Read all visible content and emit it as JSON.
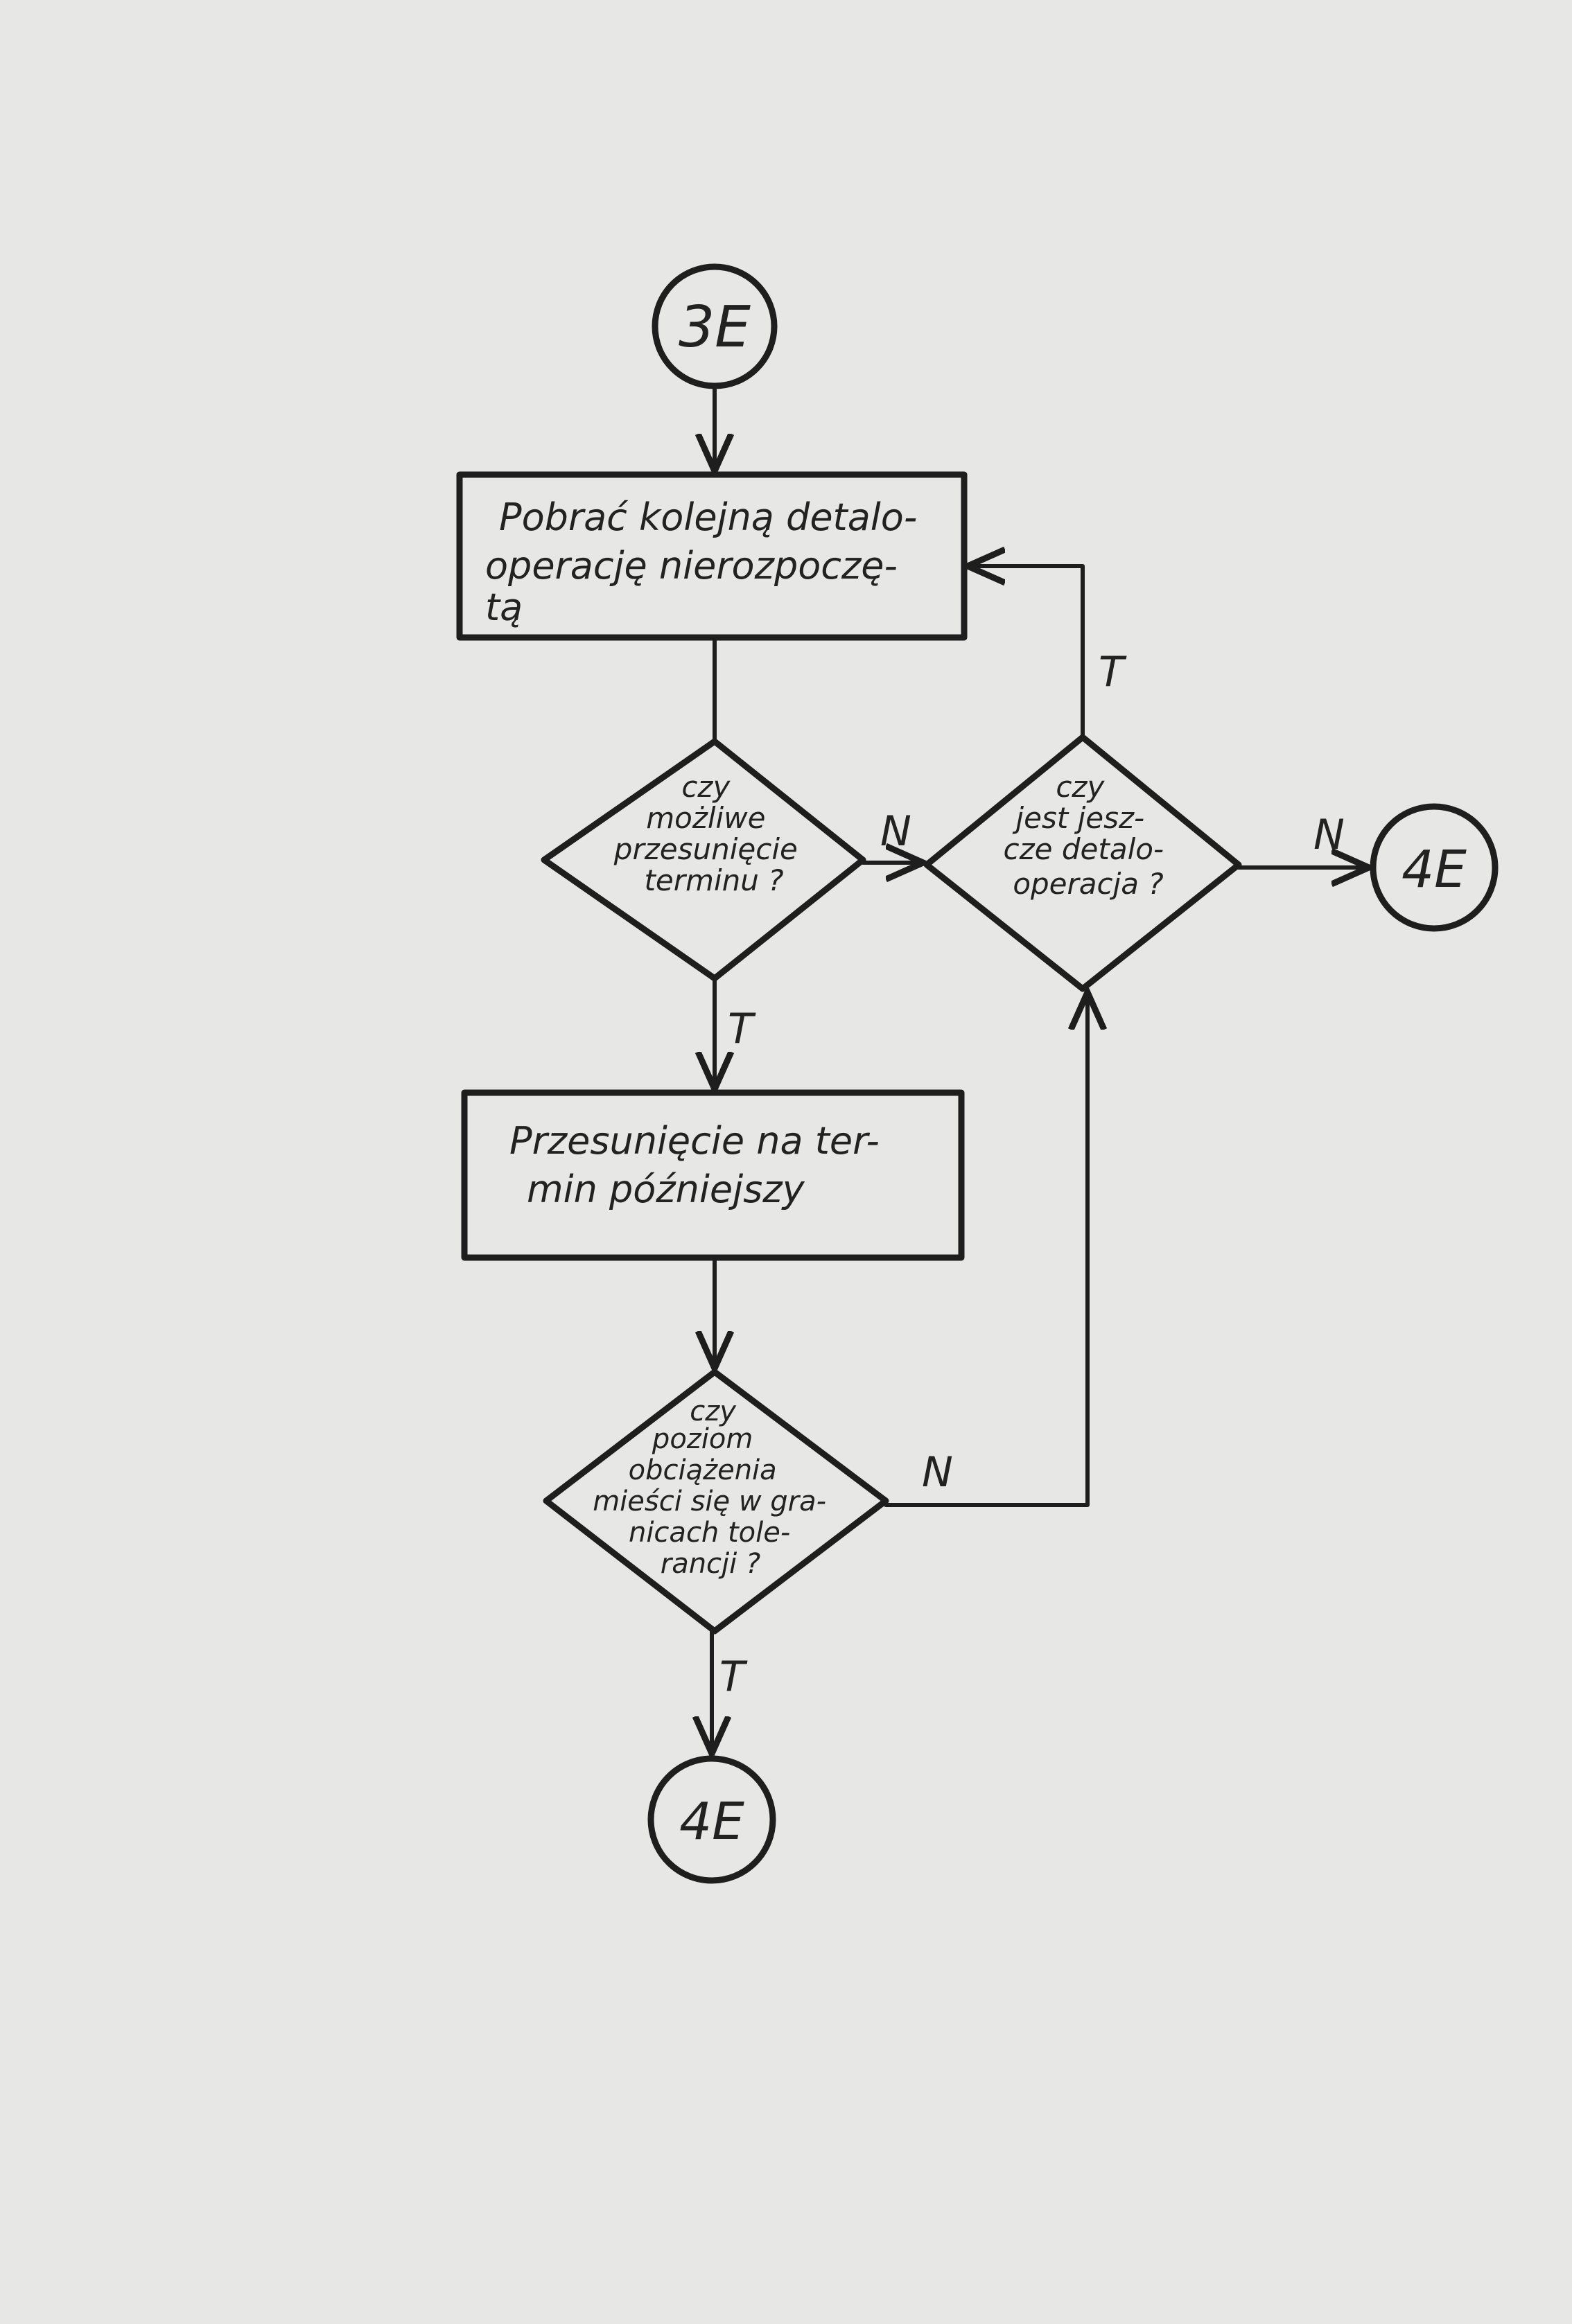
{
  "connectors": {
    "start": "3E",
    "end_right": "4E",
    "end_bottom": "4E"
  },
  "process1": {
    "lines": [
      "Pobrać kolejną detalo-",
      "operację nierozpoczę-",
      "tą"
    ]
  },
  "decision1": {
    "lines": [
      "czy",
      "możliwe",
      "przesunięcie",
      "terminu ?"
    ]
  },
  "decision2": {
    "lines": [
      "czy",
      "jest jesz-",
      "cze detalo-",
      "operacja ?"
    ]
  },
  "process2": {
    "lines": [
      "Przesunięcie na ter-",
      "min późniejszy"
    ]
  },
  "decision3": {
    "lines": [
      "czy",
      "poziom",
      "obciążenia",
      "mieści się w gra-",
      "nicach tole-",
      "rancji ?"
    ]
  },
  "edge_labels": {
    "d1_no": "N",
    "d1_yes": "T",
    "d2_yes": "T",
    "d2_no": "N",
    "d3_no": "N",
    "d3_yes": "T"
  },
  "colors": {
    "paper": "#e7e7e5",
    "ink": "#1e1e1e"
  }
}
